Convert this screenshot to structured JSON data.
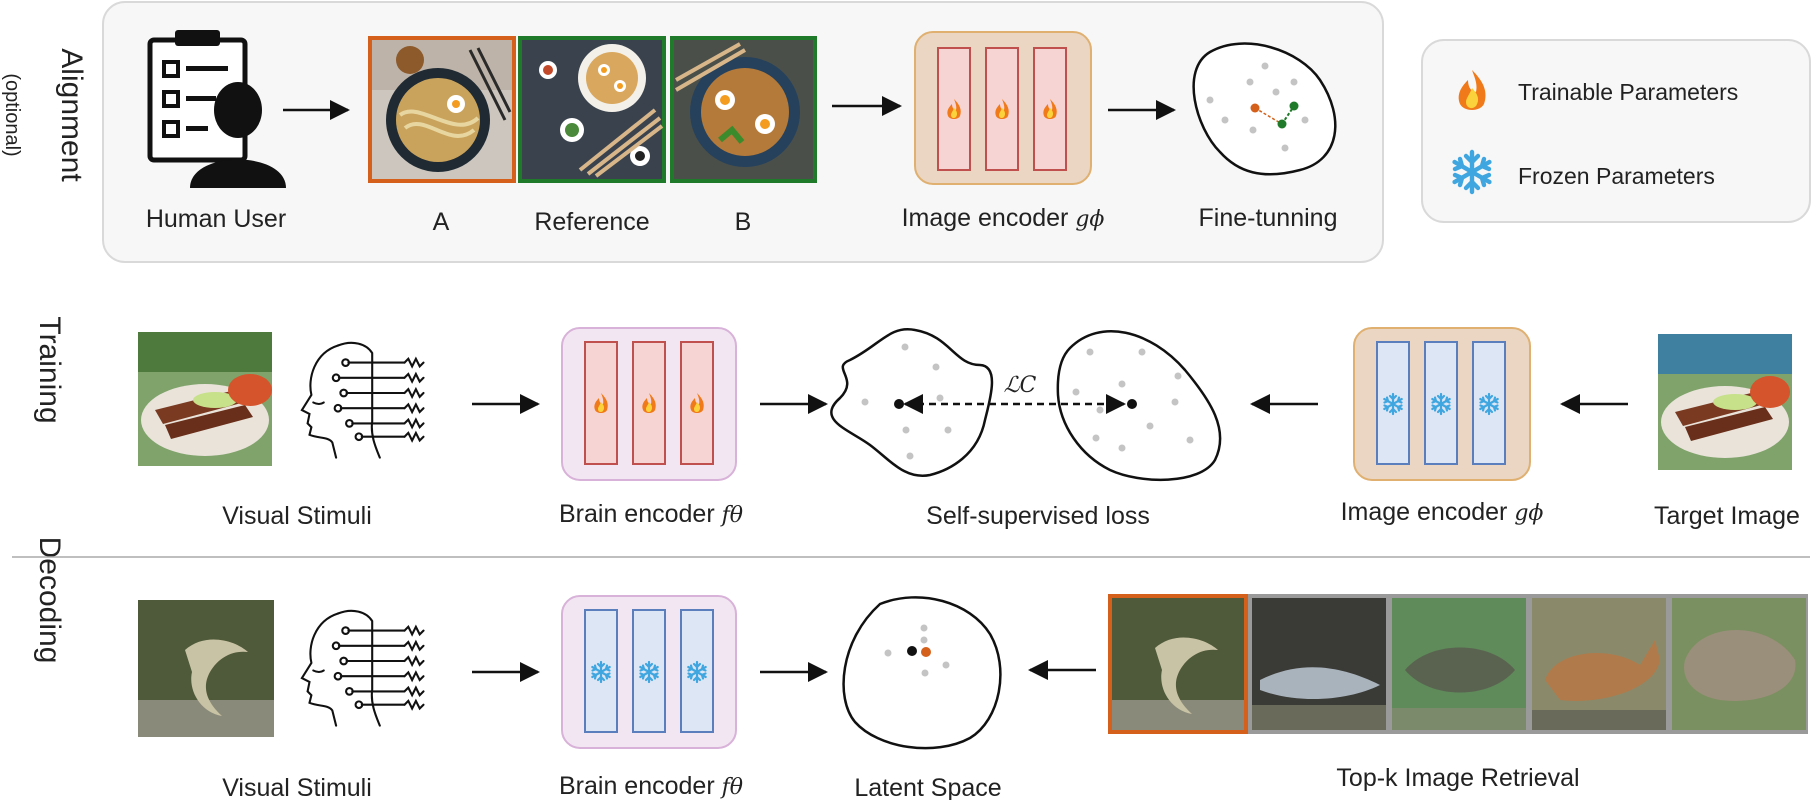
{
  "rows": {
    "alignment": "Alignment",
    "alignment_sub": "(optional)",
    "training": "Training",
    "decoding": "Decoding"
  },
  "alignment": {
    "human_user": "Human User",
    "image_a": "A",
    "reference": "Reference",
    "image_b": "B",
    "encoder_label": "Image encoder ",
    "encoder_symbol": "gϕ",
    "finetune": "Fine-tunning"
  },
  "legend": {
    "trainable": "Trainable Parameters",
    "frozen": "Frozen Parameters"
  },
  "training": {
    "visual_stimuli": "Visual Stimuli",
    "brain_encoder": "Brain encoder ",
    "brain_symbol": "fθ",
    "loss": "Self-supervised loss",
    "loss_symbol": "ℒC",
    "image_encoder": "Image encoder ",
    "image_symbol": "gϕ",
    "target": "Target Image"
  },
  "decoding": {
    "visual_stimuli": "Visual Stimuli",
    "brain_encoder": "Brain encoder ",
    "brain_symbol": "fθ",
    "latent": "Latent Space",
    "retrieval": "Top-k Image Retrieval"
  },
  "colors": {
    "trainable_fill": "#f6d4d4",
    "trainable_stroke": "#c0504d",
    "frozen_fill": "#dde6f4",
    "frozen_stroke": "#5b7fbd",
    "image_encoder_bg": "#ead6c3",
    "brain_encoder_bg": "#f3e6f3",
    "highlight_orange": "#d4601b",
    "highlight_green": "#1f7a2a"
  }
}
